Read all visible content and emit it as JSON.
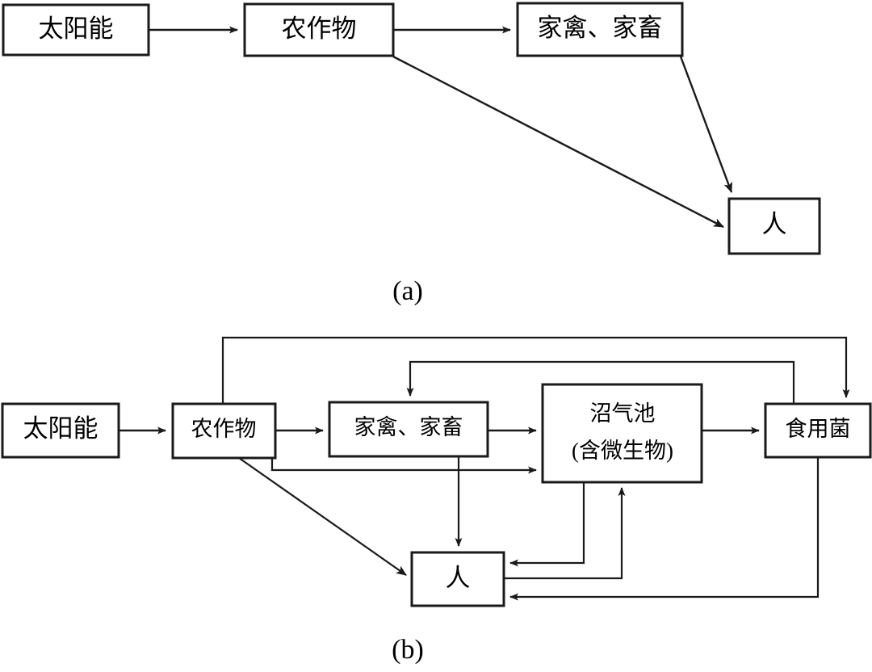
{
  "figure": {
    "panels": [
      {
        "id": "a",
        "caption": "(a)",
        "nodes": [
          {
            "id": "solar",
            "label": "太阳能"
          },
          {
            "id": "crops",
            "label": "农作物"
          },
          {
            "id": "livestock",
            "label": "家禽、家畜"
          },
          {
            "id": "human",
            "label": "人"
          }
        ],
        "edges": [
          {
            "from": "太阳能",
            "to": "农作物"
          },
          {
            "from": "农作物",
            "to": "家禽、家畜"
          },
          {
            "from": "农作物",
            "to": "人"
          },
          {
            "from": "家禽、家畜",
            "to": "人"
          }
        ]
      },
      {
        "id": "b",
        "caption": "(b)",
        "nodes": [
          {
            "id": "solar",
            "label": "太阳能"
          },
          {
            "id": "crops",
            "label": "农作物"
          },
          {
            "id": "livestock",
            "label": "家禽、家畜"
          },
          {
            "id": "biogas_line1",
            "label": "沼气池"
          },
          {
            "id": "biogas_line2",
            "label": "(含微生物)"
          },
          {
            "id": "mushroom",
            "label": "食用菌"
          },
          {
            "id": "human",
            "label": "人"
          }
        ],
        "edges": [
          {
            "from": "太阳能",
            "to": "农作物"
          },
          {
            "from": "农作物",
            "to": "家禽、家畜"
          },
          {
            "from": "农作物",
            "to": "沼气池(含微生物)"
          },
          {
            "from": "农作物",
            "to": "人"
          },
          {
            "from": "农作物",
            "to": "食用菌"
          },
          {
            "from": "家禽、家畜",
            "to": "沼气池(含微生物)"
          },
          {
            "from": "家禽、家畜",
            "to": "人"
          },
          {
            "from": "沼气池(含微生物)",
            "to": "食用菌"
          },
          {
            "from": "沼气池(含微生物)",
            "to": "人"
          },
          {
            "from": "食用菌",
            "to": "家禽、家畜"
          },
          {
            "from": "食用菌",
            "to": "人"
          },
          {
            "from": "人",
            "to": "沼气池(含微生物)"
          }
        ]
      }
    ]
  },
  "colors": {
    "stroke": "#1a1a1a",
    "fill": "#ffffff",
    "text": "#000000"
  }
}
